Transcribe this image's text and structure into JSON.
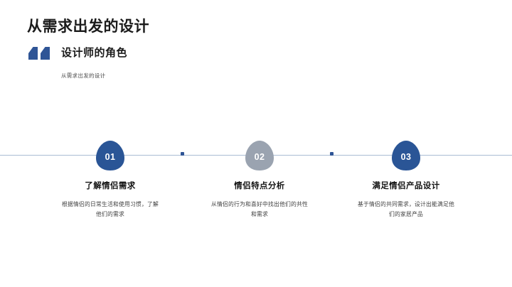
{
  "slide": {
    "background_color": "#ffffff",
    "title": "从需求出发的设计",
    "subtitle": "设计师的角色",
    "kicker": "从需求出发的设计",
    "quote_icon": "quote-mark-icon",
    "quote_color": "#2f5596"
  },
  "timeline": {
    "line_color": "#a9bcd4",
    "dot_color": "#2f5596",
    "dots": 2
  },
  "steps": [
    {
      "number": "01",
      "badge_color": "#2a5596",
      "title": "了解情侣需求",
      "description": "根据情侣的日常生活和使用习惯，了解他们的需求"
    },
    {
      "number": "02",
      "badge_color": "#9aa3b0",
      "title": "情侣特点分析",
      "description": "从情侣的行为和喜好中找出他们的共性和需求"
    },
    {
      "number": "03",
      "badge_color": "#2a5596",
      "title": "满足情侣产品设计",
      "description": "基于情侣的共同需求，设计出能满足他们的家居产品"
    }
  ]
}
